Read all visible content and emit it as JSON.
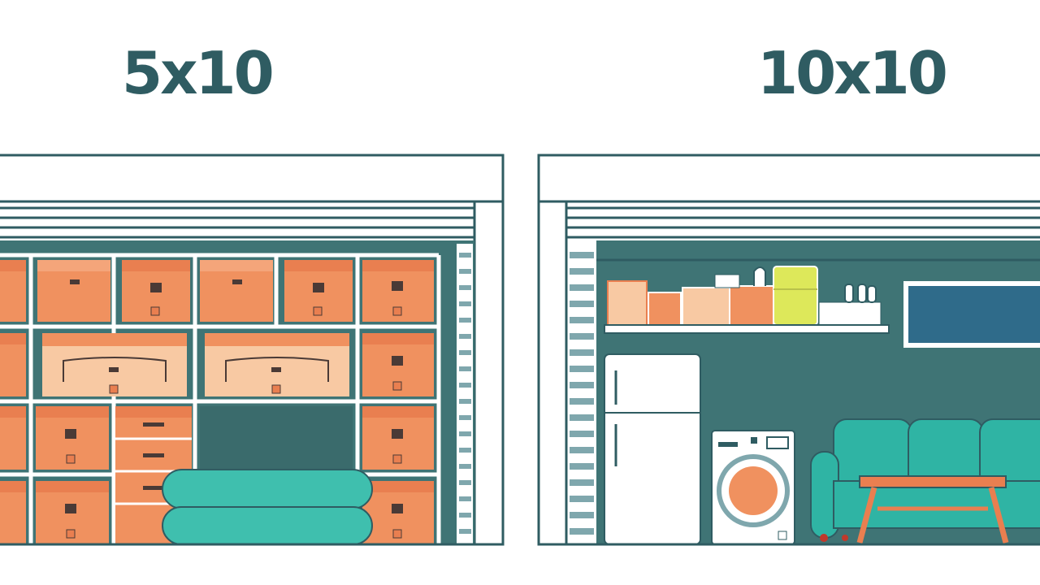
{
  "units": {
    "left": {
      "size_label": "5x10"
    },
    "right": {
      "size_label": "10x10"
    }
  },
  "colors": {
    "outline": "#2f5c62",
    "interior": "#3f7475",
    "box_orange": "#f0915f",
    "box_light": "#f8c9a3",
    "teal_cushion": "#3fbfae",
    "sofa": "#2fb4a4",
    "blue_panel": "#2f6b8a",
    "lime_box": "#dde85a",
    "table_orange": "#e97f50",
    "background": "#ffffff"
  },
  "icons": {
    "left_unit": [
      "storage-unit-frame",
      "roll-up-door",
      "shelving-unit",
      "cardboard-box",
      "flat-storage-box",
      "teal-cushion"
    ],
    "right_unit": [
      "storage-unit-frame",
      "roll-up-door",
      "wall-shelf",
      "refrigerator",
      "washing-machine",
      "sofa",
      "coffee-table",
      "wall-window"
    ]
  }
}
